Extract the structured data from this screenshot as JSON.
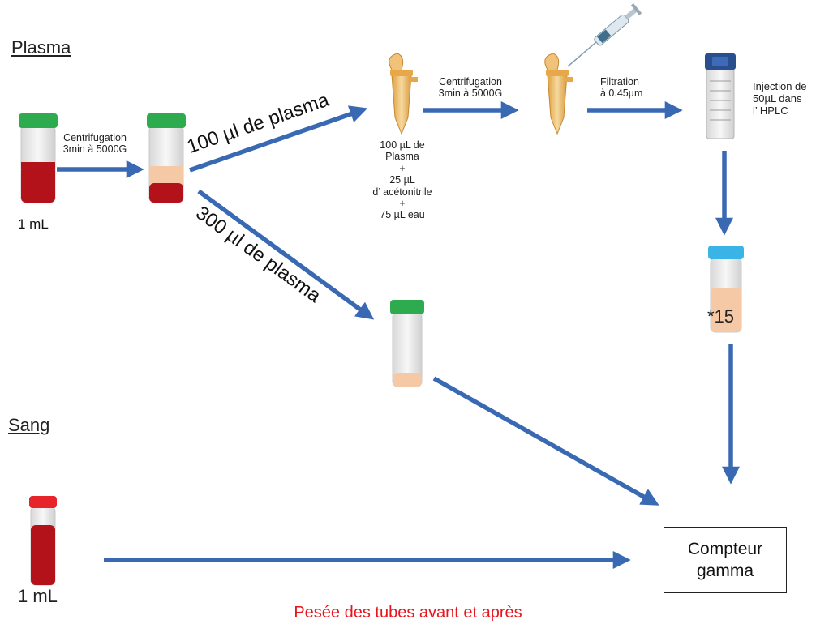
{
  "labels": {
    "plasma_title": "Plasma",
    "sang_title": "Sang",
    "tube1_volume": "1 mL",
    "step1": "Centrifugation\n3min à 5000G",
    "branch_100": "100 µl de plasma",
    "branch_300": "300 µl de plasma",
    "mix": "100 µL de\nPlasma\n+\n25 µL\nd’ acétonitrile\n+\n75 µL eau",
    "step2": "Centrifugation\n3min à 5000G",
    "step3": "Filtration\nà 0.45µm",
    "injection": "Injection de\n50µL dans\nl’ HPLC",
    "fractions": "*15",
    "sang_volume": "1 mL",
    "compteur": "Compteur\ngamma",
    "footer": "Pesée des tubes avant et après"
  },
  "colors": {
    "arrow": "#3a69b3",
    "cap_green": "#2eaa4f",
    "cap_blue": "#3ab4e6",
    "cap_red": "#e8242b",
    "blood": "#b3121b",
    "plasma": "#f5c9a6",
    "footer_text": "#e8141c",
    "eppendorf": "#e8a84a"
  },
  "icons": [
    "tube-icon",
    "eppendorf-icon",
    "syringe-icon",
    "hplc-vial-icon"
  ]
}
